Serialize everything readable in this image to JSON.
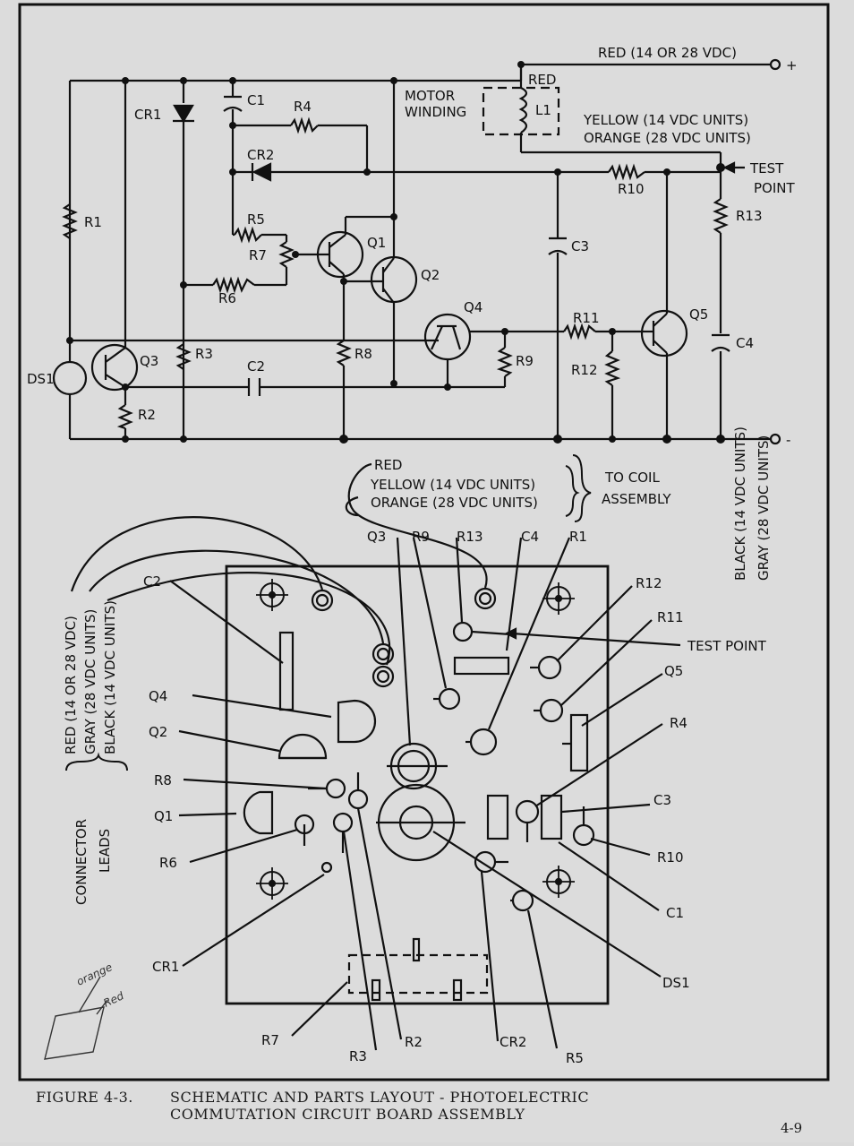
{
  "schematic": {
    "supply_pos": "RED (14 OR 28 VDC)",
    "plus": "+",
    "minus": "-",
    "motor_winding": [
      "MOTOR",
      "WINDING"
    ],
    "red": "RED",
    "l1": "L1",
    "yellow_lead": "YELLOW (14 VDC UNITS)",
    "orange_lead": "ORANGE (28 VDC UNITS)",
    "test_point": [
      "TEST",
      "POINT"
    ],
    "ground_leads": [
      "BLACK (14 VDC UNITS)",
      "GRAY (28 VDC UNITS)"
    ],
    "components": {
      "c1": "C1",
      "cr1": "CR1",
      "r4": "R4",
      "cr2": "CR2",
      "r1": "R1",
      "r5": "R5",
      "r7": "R7",
      "q1": "Q1",
      "q2": "Q2",
      "r6": "R6",
      "r10": "R10",
      "r13": "R13",
      "c3": "C3",
      "q4": "Q4",
      "r11": "R11",
      "q5": "Q5",
      "r12": "R12",
      "c4": "C4",
      "r9": "R9",
      "q3": "Q3",
      "r3": "R3",
      "r8": "R8",
      "c2": "C2",
      "ds1": "DS1",
      "r2": "R2"
    }
  },
  "layout": {
    "coil_leads": [
      "RED",
      "YELLOW (14 VDC UNITS)",
      "ORANGE (28 VDC UNITS)"
    ],
    "to_coil": [
      "TO COIL",
      "ASSEMBLY"
    ],
    "connector_leads_colors": [
      "RED (14 OR 28 VDC)",
      "GRAY (28 VDC UNITS)",
      "BLACK (14 VDC UNITS)"
    ],
    "connector_leads": [
      "CONNECTOR",
      "LEADS"
    ],
    "test_point": "TEST POINT",
    "parts": {
      "q3": "Q3",
      "r9": "R9",
      "r13": "R13",
      "c4": "C4",
      "r1": "R1",
      "c2": "C2",
      "r12": "R12",
      "r11": "R11",
      "q4": "Q4",
      "q5": "Q5",
      "q2": "Q2",
      "r4": "R4",
      "r8": "R8",
      "c3": "C3",
      "q1": "Q1",
      "r10": "R10",
      "r6": "R6",
      "c1": "C1",
      "cr1": "CR1",
      "ds1": "DS1",
      "r7": "R7",
      "r3": "R3",
      "r2": "R2",
      "cr2": "CR2",
      "r5": "R5"
    },
    "handwriting": [
      "orange",
      "Red"
    ]
  },
  "caption": {
    "number": "FIGURE 4-3.",
    "line1": "SCHEMATIC AND PARTS LAYOUT - PHOTOELECTRIC",
    "line2": "COMMUTATION CIRCUIT BOARD ASSEMBLY"
  },
  "page_number": "4-9"
}
